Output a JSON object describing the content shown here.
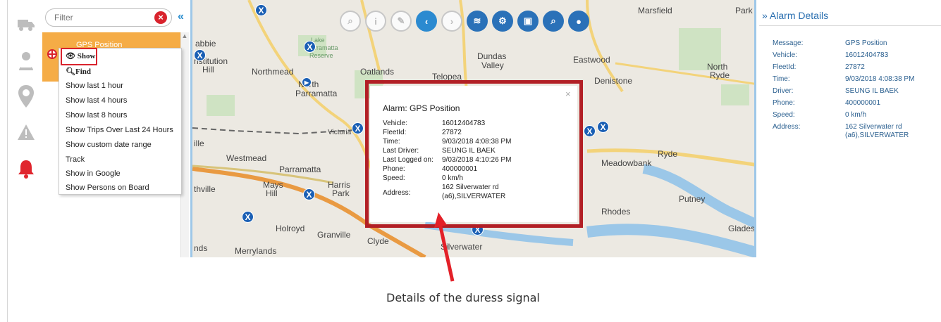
{
  "colors": {
    "accent": "#2b8ad0",
    "orange": "#f5ac46",
    "alarm_red": "#d9232d",
    "highlight_box": "#b21f25"
  },
  "rail": {
    "icons": [
      "truck-icon",
      "person-icon",
      "location-pin-icon",
      "warning-icon",
      "bell-icon"
    ]
  },
  "side": {
    "filter_placeholder": "Filter",
    "clear_glyph": "×",
    "collapse_glyph": "«",
    "selected_item": "GPS Position"
  },
  "menu": {
    "show": "Show",
    "find": "Find",
    "items": [
      "Show last 1 hour",
      "Show last 4 hours",
      "Show last 8 hours",
      "Show Trips Over Last 24 Hours",
      "Show custom date range",
      "Track",
      "Show in Google",
      "Show Persons on Board"
    ]
  },
  "map": {
    "labels": [
      "abbie",
      "nstitution",
      "Hill",
      "Northmead",
      "Oatlands",
      "Telopea",
      "Dundas",
      "Valley",
      "Eastwood",
      "North",
      "Ryde",
      "Marsfield",
      "Park",
      "North",
      "Parramatta",
      "Westmead",
      "Parramatta",
      "Mays",
      "Hill",
      "Harris",
      "Park",
      "Holroyd",
      "Granville",
      "Clyde",
      "Merrylands",
      "thville",
      "nds",
      "Denistone",
      "Meadowbank",
      "Ryde",
      "Putney",
      "Rhodes",
      "Gladesv",
      "Silverwater",
      "Victoria",
      "ille",
      "Lake",
      "Parramatta",
      "Reserve"
    ],
    "toolbar": [
      "zoom-out-icon",
      "info-icon",
      "edit-icon",
      "back-icon",
      "forward-icon",
      "layers-icon",
      "settings-icon",
      "save-icon",
      "search-icon",
      "user-icon"
    ]
  },
  "popup": {
    "title": "Alarm: GPS Position",
    "close": "×",
    "rows": [
      {
        "label": "Vehicle:",
        "value": "16012404783"
      },
      {
        "label": "FleetId:",
        "value": "27872"
      },
      {
        "label": "Time:",
        "value": "9/03/2018 4:08:38 PM"
      },
      {
        "label": "Last Driver:",
        "value": "SEUNG IL BAEK"
      },
      {
        "label": "Last Logged on:",
        "value": "9/03/2018 4:10:26 PM"
      },
      {
        "label": "Phone:",
        "value": "400000001"
      },
      {
        "label": "Speed:",
        "value": "0 km/h"
      }
    ],
    "address_label": "Address:",
    "address_line1": "162 Silverwater rd",
    "address_line2": "(a6),SILVERWATER"
  },
  "caption": "Details of the duress signal",
  "right": {
    "heading_glyph": "»",
    "heading": "Alarm Details",
    "rows": [
      {
        "label": "Message:",
        "value": "GPS Position"
      },
      {
        "label": "Vehicle:",
        "value": "16012404783"
      },
      {
        "label": "FleetId:",
        "value": "27872"
      },
      {
        "label": "Time:",
        "value": "9/03/2018 4:08:38 PM"
      },
      {
        "label": "Driver:",
        "value": "SEUNG IL BAEK"
      },
      {
        "label": "Phone:",
        "value": "400000001"
      },
      {
        "label": "Speed:",
        "value": "0 km/h"
      }
    ],
    "address_label": "Address:",
    "address_line1": "162 Silverwater rd",
    "address_line2": "(a6),SILVERWATER"
  }
}
